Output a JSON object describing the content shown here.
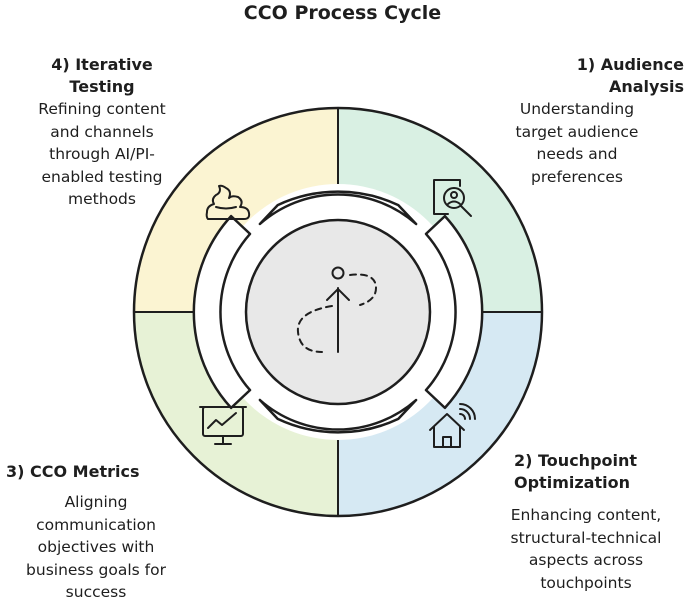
{
  "title": "CCO Process Cycle",
  "colors": {
    "q1": "#d9f0e3",
    "q2": "#d6e9f3",
    "q3": "#e7f2d6",
    "q4": "#fbf4d2",
    "center": "#e8e8e8",
    "stroke": "#1e1e1e"
  },
  "stages": [
    {
      "heading_lines": [
        "1) Audience",
        "Analysis"
      ],
      "desc_lines": [
        "Understanding",
        "target audience",
        "needs and",
        "preferences"
      ],
      "icon": "audience-analysis-icon"
    },
    {
      "heading_lines": [
        "2) Touchpoint",
        "Optimization"
      ],
      "desc_lines": [
        "Enhancing content,",
        "structural-technical",
        "aspects across",
        "touchpoints"
      ],
      "icon": "smart-home-icon"
    },
    {
      "heading_lines": [
        "3) CCO Metrics"
      ],
      "desc_lines": [
        "Aligning",
        "communication",
        "objectives with",
        "business goals for",
        "success"
      ],
      "icon": "presentation-chart-icon"
    },
    {
      "heading_lines": [
        "4) Iterative",
        "Testing"
      ],
      "desc_lines": [
        "Refining content",
        "and channels",
        "through AI/PI-",
        "enabled testing",
        "methods"
      ],
      "icon": "blob-icon"
    }
  ],
  "center_icon": "path-journey-icon"
}
